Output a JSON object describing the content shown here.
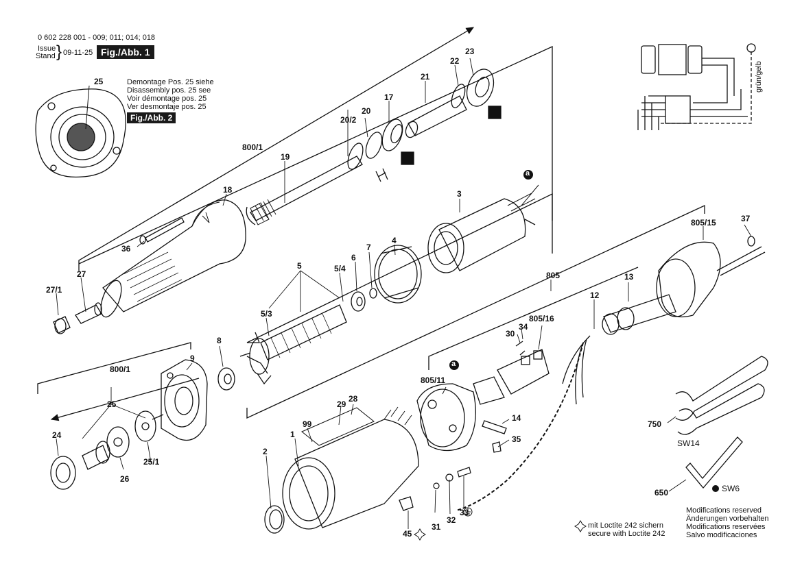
{
  "header": {
    "part_numbers": "0 602 228 001 - 009; 011; 014; 018",
    "issue_label": "Issue",
    "stand_label": "Stand",
    "issue_date": "09-11-25",
    "fig_label": "Fig./Abb. 1"
  },
  "disassembly_note": {
    "lines": [
      "Demontage Pos. 25 siehe",
      "Disassembly pos. 25 see",
      "Voir démontage pos. 25",
      "Ver desmontaje pos. 25"
    ],
    "fig_ref": "Fig./Abb. 2",
    "callout": "25"
  },
  "wiring": {
    "ground_label": "grün/gelb"
  },
  "callouts": {
    "c800_1_top": "800/1",
    "c19": "19",
    "c20_2": "20/2",
    "c20": "20",
    "c17": "17",
    "c21": "21",
    "c22": "22",
    "c23": "23",
    "c18": "18",
    "c36": "36",
    "c27": "27",
    "c27_1": "27/1",
    "c3": "3",
    "c4": "4",
    "c7": "7",
    "c6": "6",
    "c5": "5",
    "c5_4": "5/4",
    "c5_3": "5/3",
    "c8": "8",
    "c9": "9",
    "c800_1_mid": "800/1",
    "c25": "25",
    "c24": "24",
    "c26": "26",
    "c25_1": "25/1",
    "c805": "805",
    "c805_15": "805/15",
    "c37": "37",
    "c13": "13",
    "c12": "12",
    "c805_16": "805/16",
    "c30": "30",
    "c34": "34",
    "c805_11": "805/11",
    "c29": "29",
    "c28": "28",
    "c99": "99",
    "c1": "1",
    "c2": "2",
    "c14": "14",
    "c35": "35",
    "c31": "31",
    "c32": "32",
    "c33": "33",
    "c45": "45",
    "c750": "750",
    "c650": "650",
    "sw14": "SW14",
    "sw6": "SW6",
    "a_top": "a",
    "a_mid": "a"
  },
  "loctite_note": [
    "mit Loctite 242 sichern",
    "secure with Loctite 242"
  ],
  "modifications": [
    "Modifications reserved",
    "Änderungen vorbehalten",
    "Modifications reservées",
    "Salvo modificaciones"
  ]
}
